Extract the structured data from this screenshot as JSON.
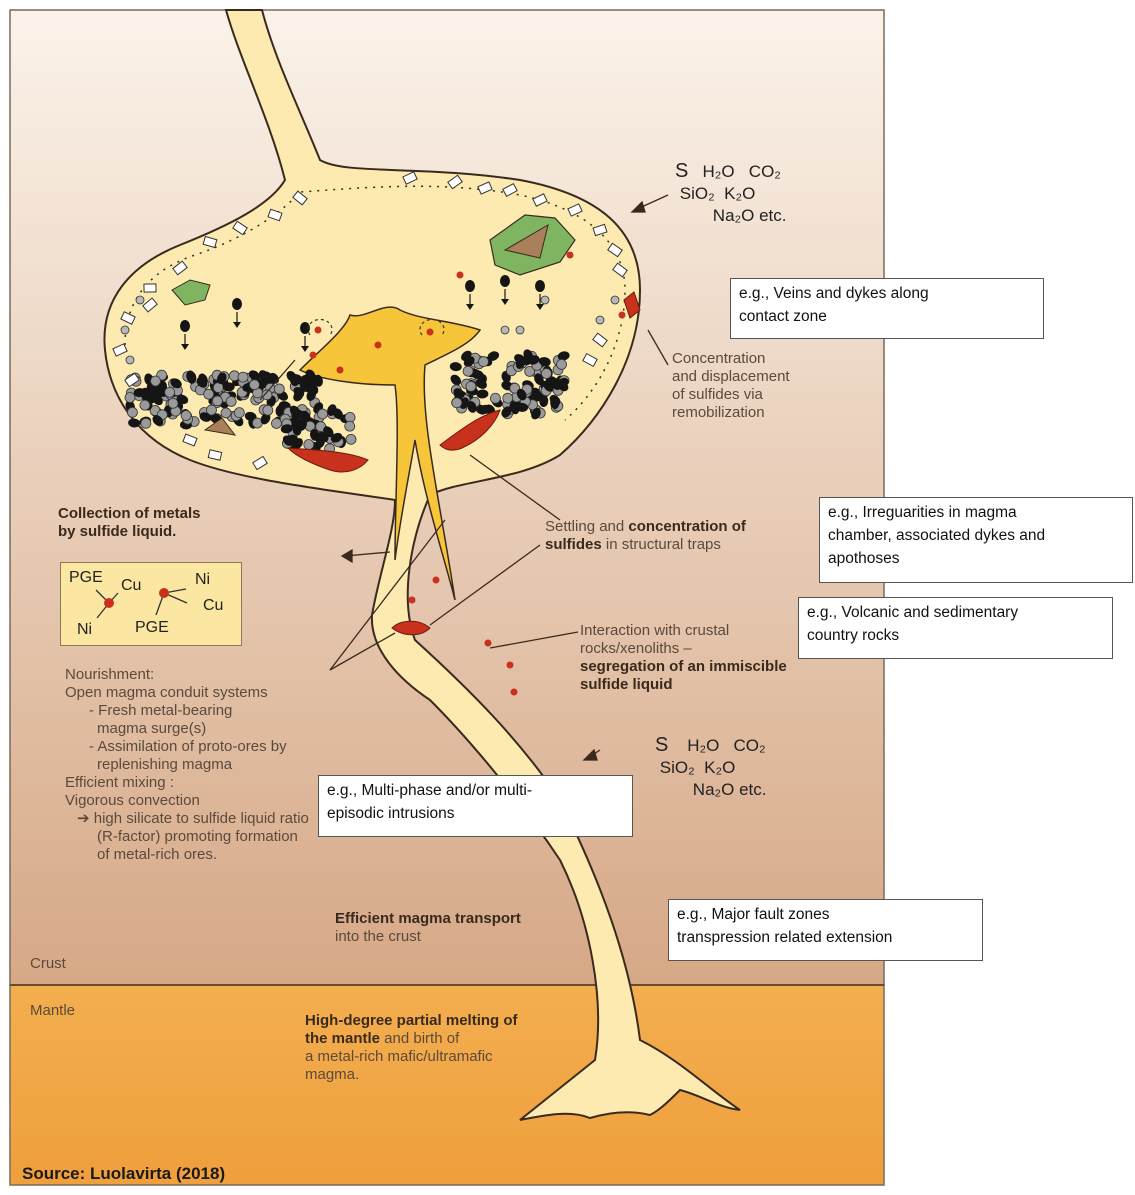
{
  "colors": {
    "crust_top": "#fbf3ea",
    "crust_bottom": "#d6a886",
    "mantle": "#f1a94a",
    "magma": "#fdeab0",
    "magma_core": "#f6c53a",
    "sulfide": "#c8321c",
    "xenolith_rim": "#7fb561",
    "xenolith_core": "#a9805a"
  },
  "labels": {
    "volatiles_top": {
      "s": "S",
      "h2o": "H₂O",
      "co2": "CO₂",
      "sio2": "SiO₂",
      "k2o": "K₂O",
      "na2o": "Na₂O etc."
    },
    "volatiles_mid": {
      "s": "S",
      "h2o": "H₂O",
      "co2": "CO₂",
      "sio2": "SiO₂",
      "k2o": "K₂O",
      "na2o": "Na₂O etc."
    },
    "concentration": [
      "Concentration",
      "and displacement",
      "of sulfides via",
      "remobilization"
    ],
    "collection": [
      "Collection of metals",
      "by sulfide liquid."
    ],
    "settling": {
      "pre": "Settling and ",
      "bold1": "concentration of",
      "bold2": "sulfides",
      "post": " in structural traps"
    },
    "interaction": {
      "line1": "Interaction with crustal",
      "line2": "rocks/xenoliths –",
      "bold1": "segregation of an immiscible",
      "bold2": "sulfide liquid"
    },
    "nourishment": [
      "Nourishment:",
      "Open magma conduit systems",
      "- Fresh metal-bearing",
      "magma surge(s)",
      "- Assimilation of proto-ores by",
      "replenishing magma",
      "Efficient mixing :",
      "Vigorous convection",
      "high silicate to sulfide liquid ratio",
      "(R-factor) promoting formation",
      "of metal-rich ores."
    ],
    "transport": {
      "bold": "Efficient magma transport",
      "normal": "into the crust"
    },
    "melting": {
      "bold1": "High-degree partial melting of",
      "bold2": "the mantle",
      "rest1": " and birth of",
      "rest2": "a metal-rich mafic/ultramafic",
      "rest3": "magma."
    },
    "crust": "Crust",
    "mantle": "Mantle",
    "inset": {
      "pge1": "PGE",
      "cu1": "Cu",
      "ni1": "Ni",
      "cu2": "Cu",
      "ni2": "Ni",
      "pge2": "PGE"
    }
  },
  "boxes": {
    "veins": [
      "e.g., Veins and dykes along",
      "contact zone"
    ],
    "irregularities": [
      "e.g., Irreguarities in magma",
      "chamber, associated dykes and",
      "apothoses"
    ],
    "volcanic": [
      "e.g., Volcanic and sedimentary",
      "country rocks"
    ],
    "multiphase": [
      "e.g., Multi-phase and/or multi-",
      "episodic intrusions"
    ],
    "fault": [
      "e.g., Major fault zones",
      "transpression related  extension"
    ]
  },
  "source": "Source: Luolavirta (2018)"
}
